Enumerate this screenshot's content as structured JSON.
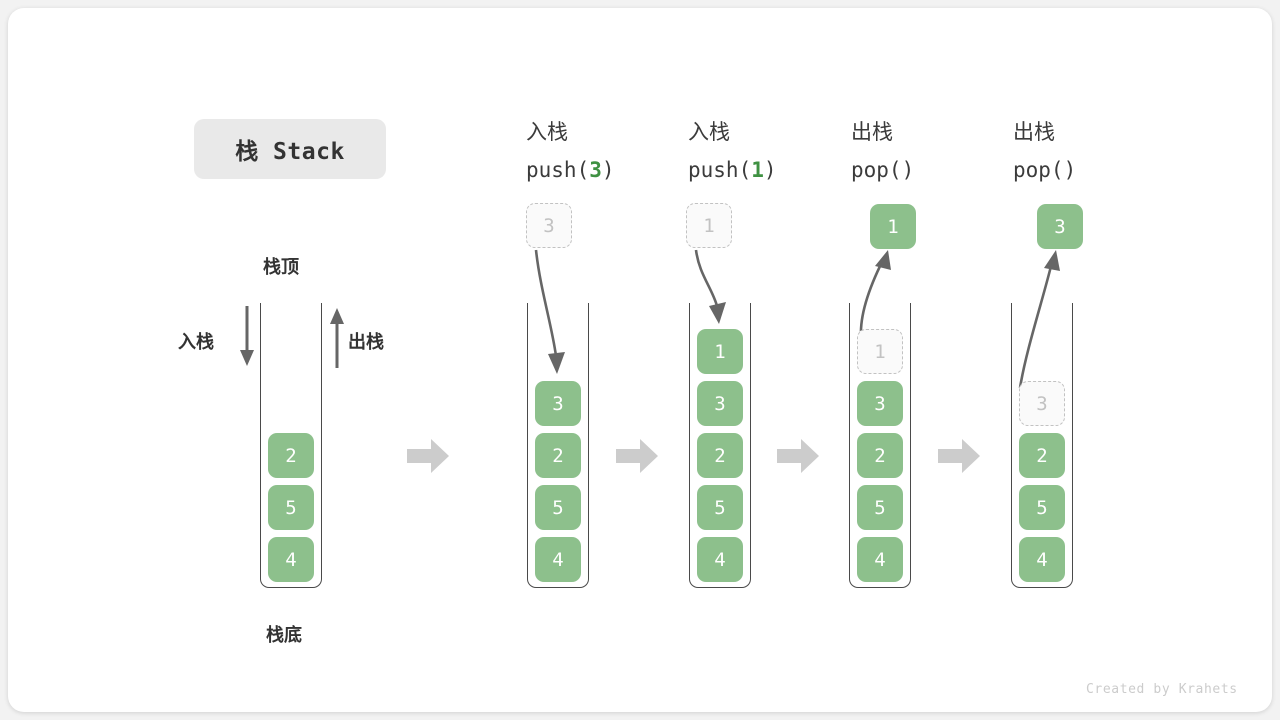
{
  "diagram": {
    "title": "栈 Stack",
    "footer": "Created by Krahets",
    "labels": {
      "top": "栈顶",
      "bottom": "栈底",
      "push_side": "入栈",
      "pop_side": "出栈"
    },
    "colors": {
      "element_fill": "#8dc08c",
      "element_text": "#ffffff",
      "ghost_fill": "#fafafa",
      "ghost_border": "#c2c2c2",
      "container_line": "#4a4a4a",
      "step_arrow": "#cccccc",
      "accent_green": "#3f9142",
      "title_chip_bg": "#e9e9e9",
      "canvas_bg": "#ffffff",
      "page_bg": "#f2f2f2"
    },
    "step_arrow_icon": "right-block-arrow",
    "columns": [
      {
        "id": "initial",
        "heading_cn": "",
        "heading_code": "",
        "heading_arg": "",
        "stack": [
          "2",
          "5",
          "4"
        ],
        "ghost_in_stack": null,
        "floating": null
      },
      {
        "id": "push-3",
        "heading_cn": "入栈",
        "heading_code_prefix": "push(",
        "heading_arg": "3",
        "heading_code_suffix": ")",
        "stack": [
          "3",
          "2",
          "5",
          "4"
        ],
        "ghost_in_stack": null,
        "floating": {
          "value": "3",
          "style": "ghost",
          "direction": "down"
        }
      },
      {
        "id": "push-1",
        "heading_cn": "入栈",
        "heading_code_prefix": "push(",
        "heading_arg": "1",
        "heading_code_suffix": ")",
        "stack": [
          "1",
          "3",
          "2",
          "5",
          "4"
        ],
        "ghost_in_stack": null,
        "floating": {
          "value": "1",
          "style": "ghost",
          "direction": "down"
        }
      },
      {
        "id": "pop-1",
        "heading_cn": "出栈",
        "heading_code_prefix": "pop(",
        "heading_arg": "",
        "heading_code_suffix": ")",
        "stack": [
          "3",
          "2",
          "5",
          "4"
        ],
        "ghost_in_stack": "1",
        "floating": {
          "value": "1",
          "style": "solid",
          "direction": "up"
        }
      },
      {
        "id": "pop-3",
        "heading_cn": "出栈",
        "heading_code_prefix": "pop(",
        "heading_arg": "",
        "heading_code_suffix": ")",
        "stack": [
          "2",
          "5",
          "4"
        ],
        "ghost_in_stack": "3",
        "floating": {
          "value": "3",
          "style": "solid",
          "direction": "up"
        }
      }
    ]
  }
}
